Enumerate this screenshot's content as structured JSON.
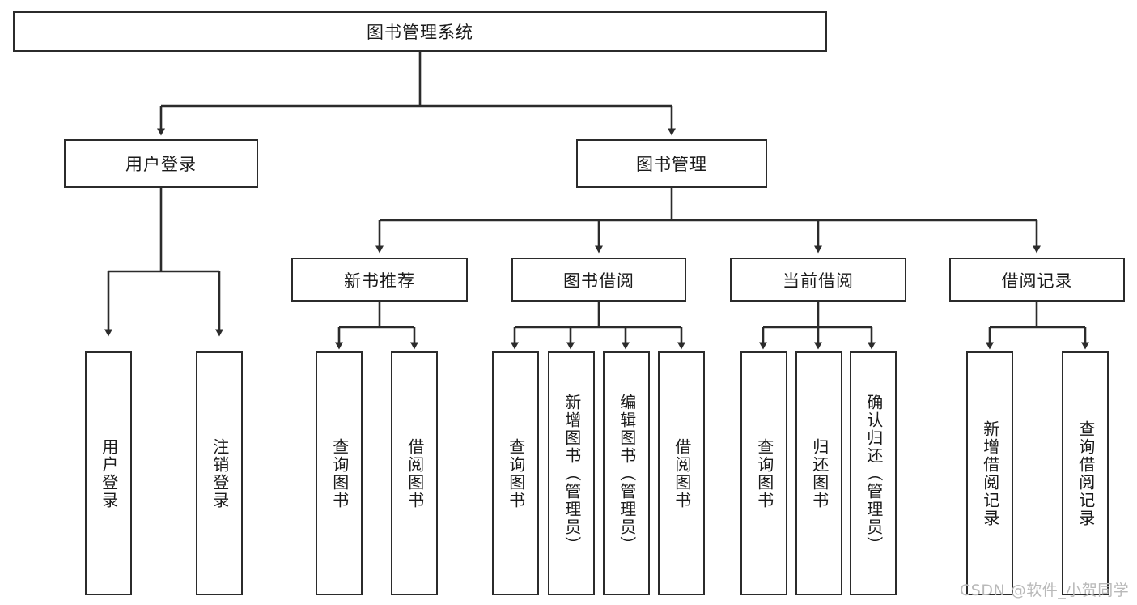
{
  "diagram": {
    "type": "tree-hierarchy-chart",
    "title": "图书管理系统",
    "stroke_color": "#2b2b2b",
    "fill_color": "#ffffff",
    "text_color": "#1a1a1a",
    "root": {
      "label": "图书管理系统"
    },
    "level2": [
      {
        "label": "用户登录"
      },
      {
        "label": "图书管理"
      }
    ],
    "level3": [
      {
        "label": "新书推荐"
      },
      {
        "label": "图书借阅"
      },
      {
        "label": "当前借阅"
      },
      {
        "label": "借阅记录"
      }
    ],
    "leaves": {
      "user_login": [
        {
          "label": "用户登录"
        },
        {
          "label": "注销登录"
        }
      ],
      "new_book_recommend": [
        {
          "label": "查询图书"
        },
        {
          "label": "借阅图书"
        }
      ],
      "book_borrow": [
        {
          "label": "查询图书"
        },
        {
          "label": "新增图书（管理员）"
        },
        {
          "label": "编辑图书（管理员）"
        },
        {
          "label": "借阅图书"
        }
      ],
      "current_borrow": [
        {
          "label": "查询图书"
        },
        {
          "label": "归还图书"
        },
        {
          "label": "确认归还（管理员）"
        }
      ],
      "borrow_record": [
        {
          "label": "新增借阅记录"
        },
        {
          "label": "查询借阅记录"
        }
      ]
    }
  },
  "watermark": {
    "text": "CSDN @软件_小贺同学",
    "color": "#b9b9b9"
  }
}
